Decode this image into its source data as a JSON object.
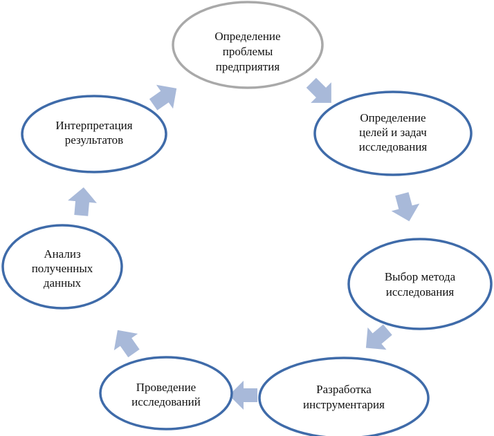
{
  "colors": {
    "node_border": "#3f6ba9",
    "first_node_border": "#a9a9a9",
    "arrow": "#a8b9d9"
  },
  "nodes": [
    {
      "lines": [
        "Определение",
        "проблемы",
        "предприятия"
      ]
    },
    {
      "lines": [
        "Определение",
        "целей и задач",
        "исследования"
      ]
    },
    {
      "lines": [
        "Выбор метода",
        "исследования"
      ]
    },
    {
      "lines": [
        "Разработка",
        "инструментария"
      ]
    },
    {
      "lines": [
        "Проведение",
        "исследований"
      ]
    },
    {
      "lines": [
        "Анализ",
        "полученных",
        "данных"
      ]
    },
    {
      "lines": [
        "Интерпретация",
        "результатов"
      ]
    }
  ]
}
